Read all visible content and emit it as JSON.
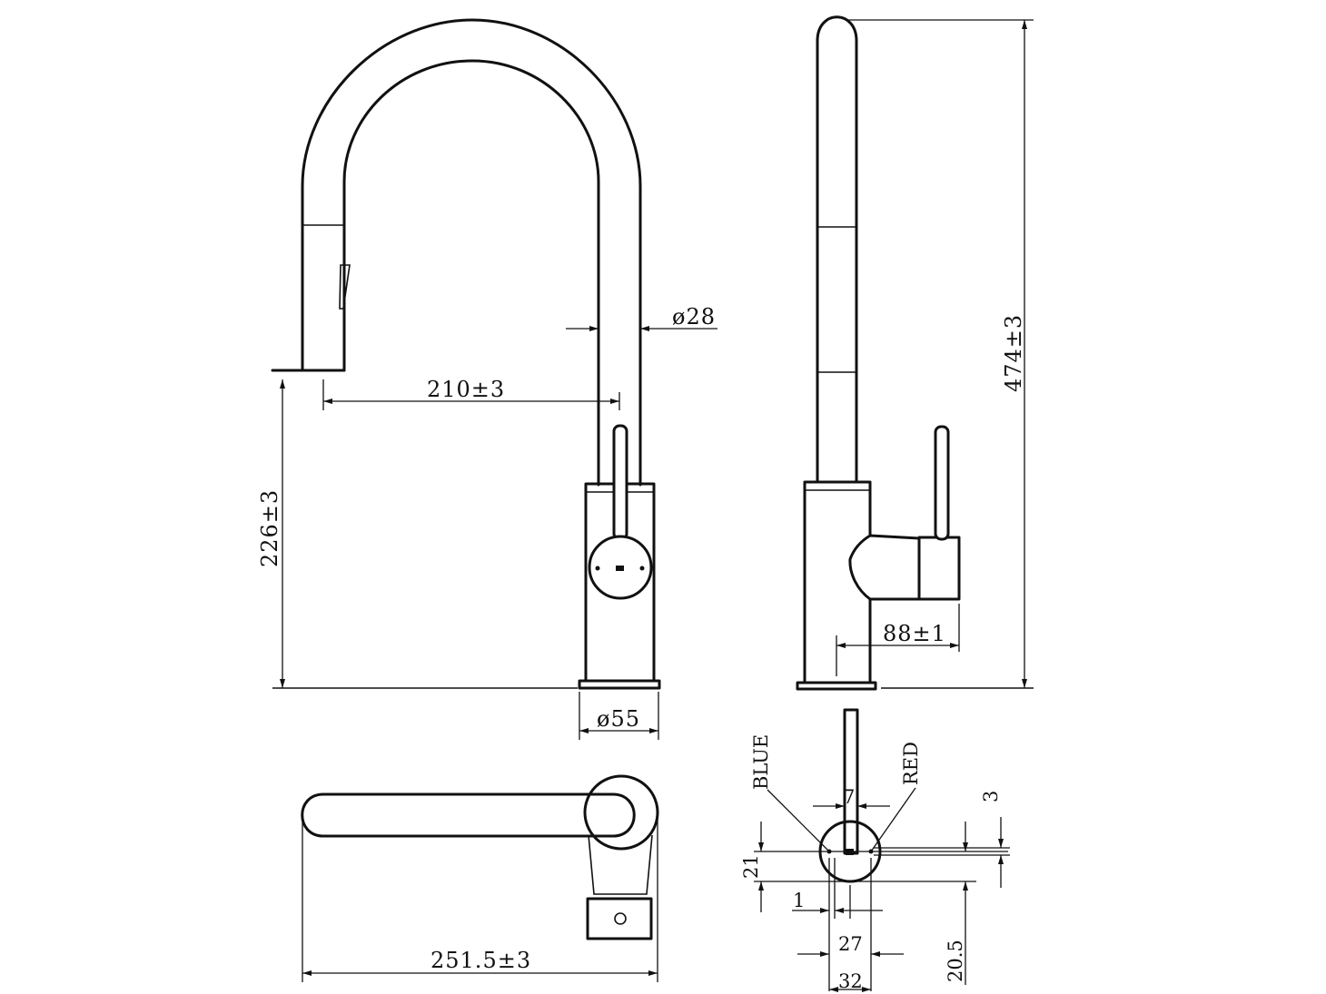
{
  "diagram": {
    "dimensions": {
      "spout_diameter": "ø28",
      "spout_reach": "210±3",
      "spout_outlet_height": "226±3",
      "base_diameter": "ø55",
      "total_height": "474±3",
      "lever_offset": "88±1",
      "plan_length": "251.5±3",
      "handle_offset": "7",
      "indicator_gap": "3",
      "indicator_height": "21",
      "indicator_dot": "1",
      "indicator_distance": "27",
      "handle_width": "32",
      "indicator_vertical": "20.5"
    },
    "labels": {
      "blue": "BLUE",
      "red": "RED"
    }
  }
}
